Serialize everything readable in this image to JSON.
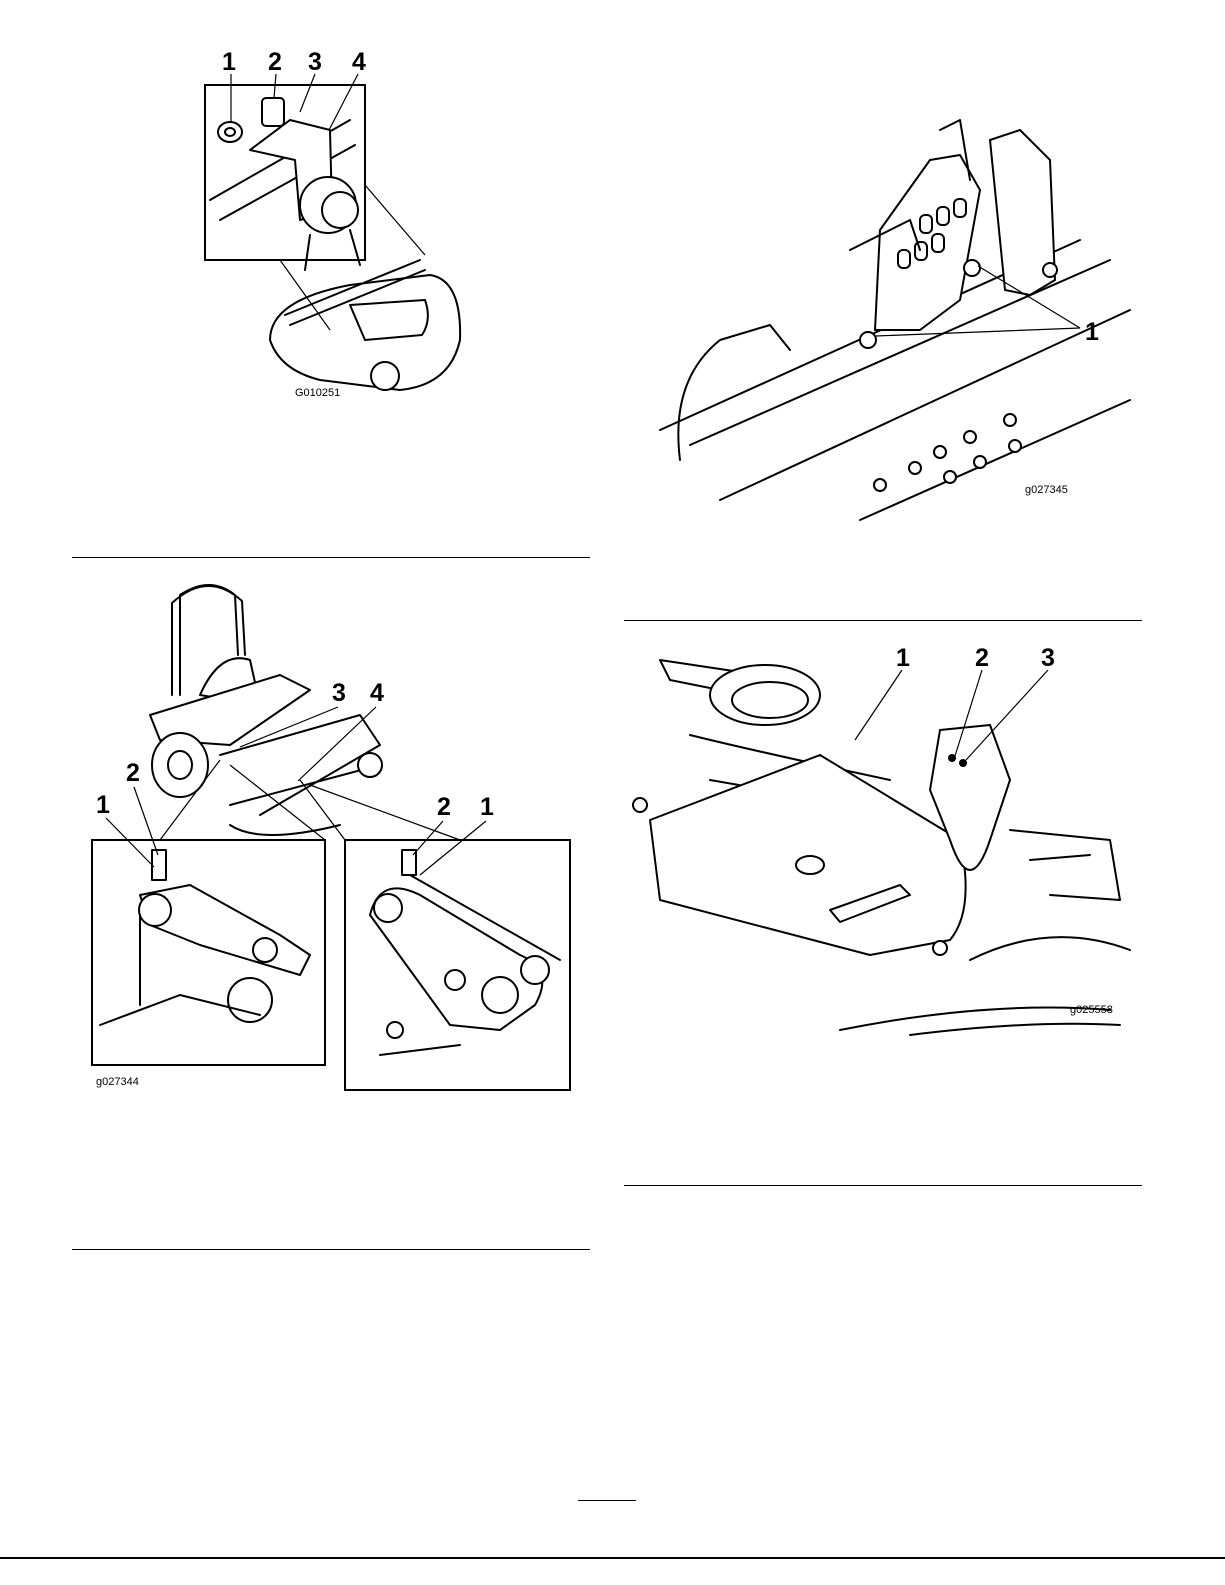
{
  "figures": [
    {
      "id": "G010251",
      "callouts": [
        "1",
        "2",
        "3",
        "4"
      ]
    },
    {
      "id": "g027345",
      "callouts": [
        "1"
      ]
    },
    {
      "id": "g027344",
      "callouts": [
        "3",
        "4",
        "2",
        "1",
        "2",
        "1"
      ]
    },
    {
      "id": "g025558",
      "callouts": [
        "1",
        "2",
        "3"
      ]
    }
  ],
  "colors": {
    "ink": "#000000",
    "paper": "#ffffff"
  }
}
